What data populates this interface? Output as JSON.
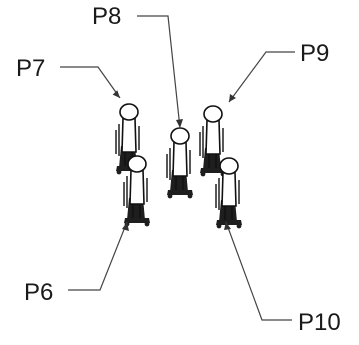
{
  "figure": {
    "callouts": [
      {
        "id": "p7",
        "label": "P7"
      },
      {
        "id": "p8",
        "label": "P8"
      },
      {
        "id": "p9",
        "label": "P9"
      },
      {
        "id": "p6",
        "label": "P6"
      },
      {
        "id": "p10",
        "label": "P10"
      }
    ]
  }
}
